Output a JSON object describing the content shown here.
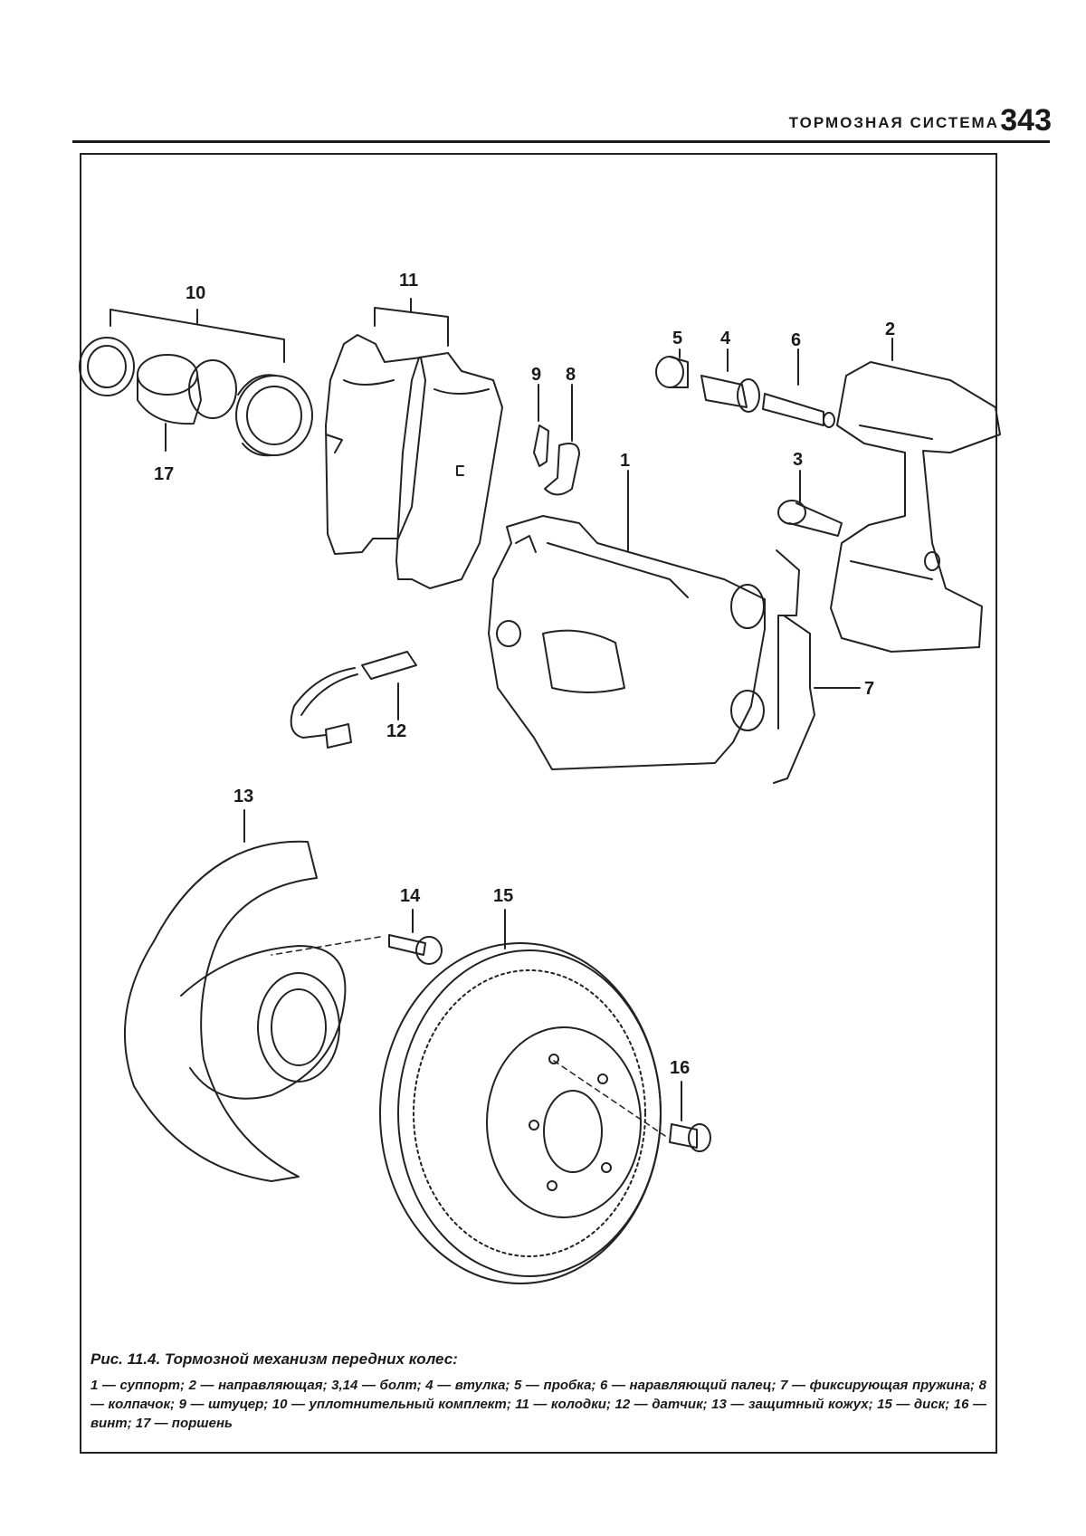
{
  "header": {
    "title": "ТОРМОЗНАЯ СИСТЕМА",
    "separator": "•",
    "page_number": "343"
  },
  "figure": {
    "callouts": [
      "1",
      "2",
      "3",
      "4",
      "5",
      "6",
      "7",
      "8",
      "9",
      "10",
      "11",
      "12",
      "13",
      "14",
      "15",
      "16",
      "17"
    ],
    "caption_title": "Рис. 11.4. Тормозной механизм передних колес:",
    "caption_legend": "1 — суппорт; 2 — направляющая; 3,14 — болт; 4 — втулка; 5 — пробка; 6 — наравляющий палец; 7 — фиксирующая пружина; 8 — колпачок; 9 — штуцер; 10 — уплотнительный комплект; 11 — колодки; 12 — датчик; 13 — защитный кожух; 15 — диск; 16 — винт; 17 — поршень"
  }
}
